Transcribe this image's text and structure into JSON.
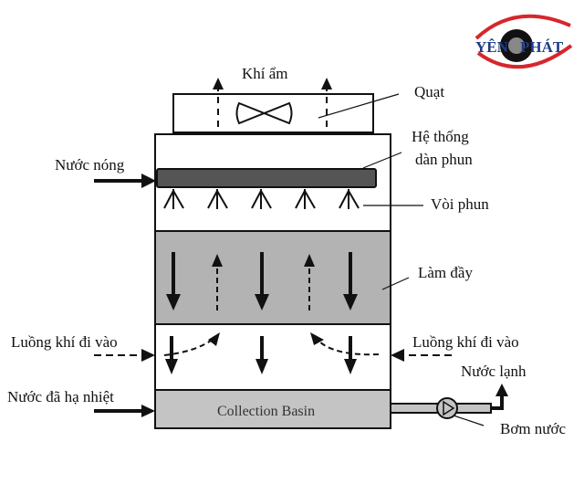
{
  "logo": {
    "brand_left": "YÊN",
    "brand_right": "PHÁT",
    "colors": {
      "swoosh": "#d7262c",
      "text": "#1e3a8a",
      "eye": "#111111"
    }
  },
  "labels": {
    "moist_air": "Khí ẩm",
    "fan": "Quạt",
    "spray_system_line1": "Hệ thống",
    "spray_system_line2": "dàn phun",
    "hot_water": "Nước nóng",
    "nozzle": "Vòi phun",
    "fill": "Làm đầy",
    "air_inlet_left": "Luồng khí đi vào",
    "air_inlet_right": "Luồng khí đi vào",
    "cold_water": "Nước lạnh",
    "cooled_water": "Nước đã hạ nhiệt",
    "collection_basin": "Collection Basin",
    "pump": "Bơm nước"
  },
  "colors": {
    "line": "#111111",
    "fill_media": "#b3b3b3",
    "spray_bar": "#555555",
    "basin": "#c4c4c4"
  }
}
